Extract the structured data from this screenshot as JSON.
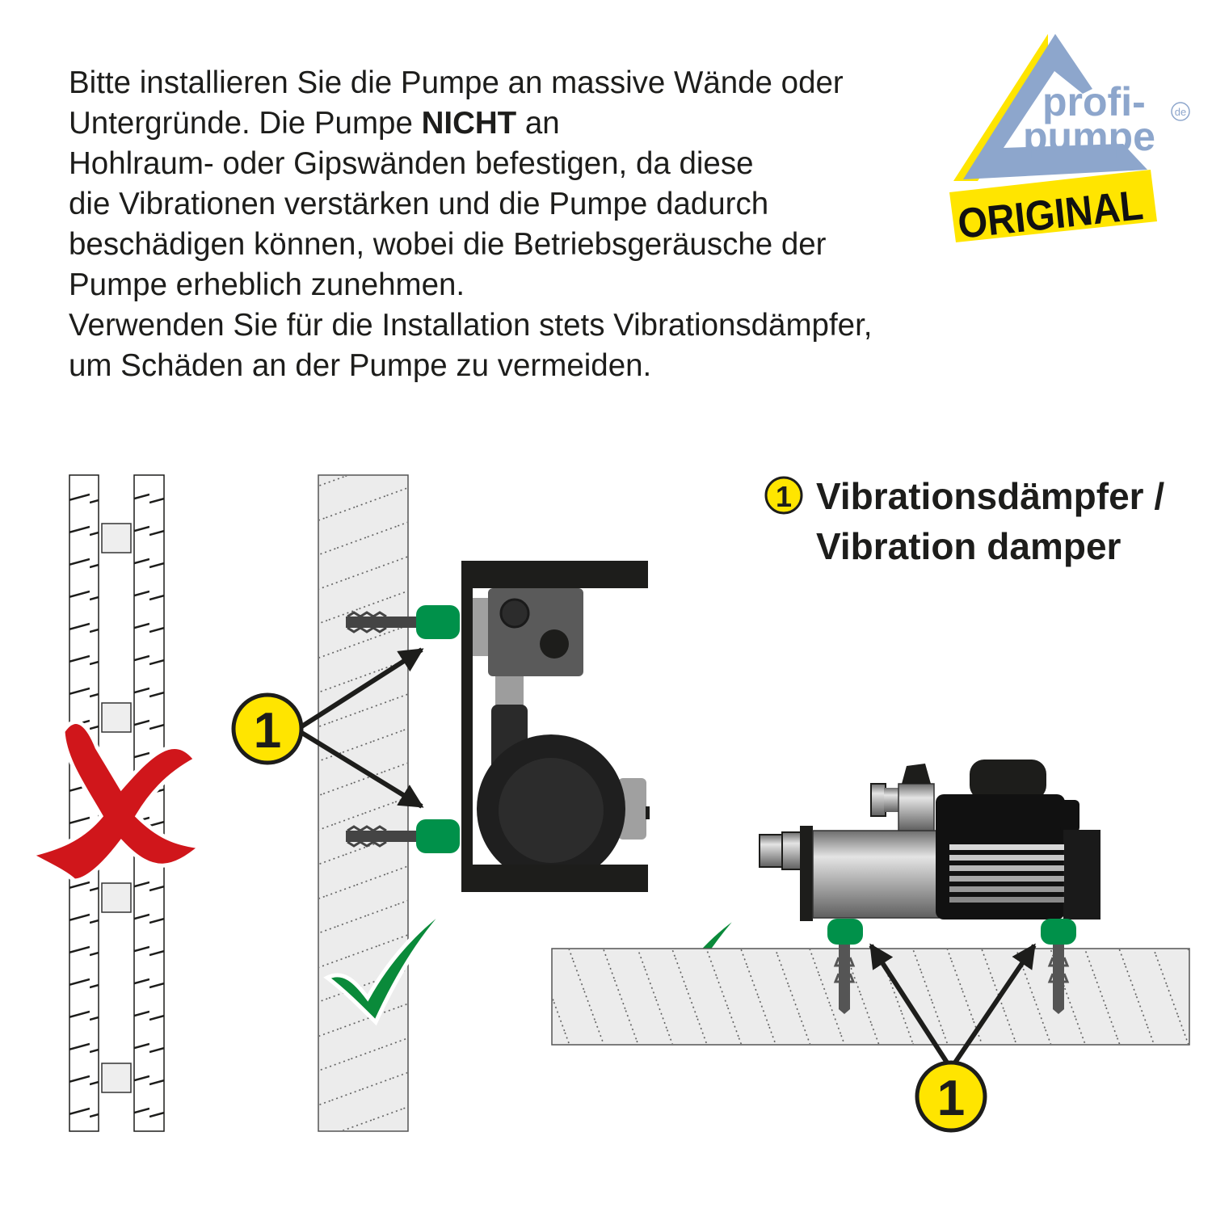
{
  "instructions": {
    "line1": "Bitte installieren Sie die Pumpe an massive Wände oder",
    "line2_pre": "Untergründe. Die Pumpe ",
    "line2_bold": "NICHT",
    "line2_post": " an",
    "line3": "Hohlraum- oder Gipswänden befestigen, da diese",
    "line4": "die Vibrationen verstärken und die Pumpe dadurch",
    "line5": "beschädigen können, wobei die Betriebsgeräusche der",
    "line6": "Pumpe erheblich zunehmen.",
    "line7": "Verwenden Sie für die Installation stets Vibrationsdämpfer,",
    "line8": "um Schäden an der Pumpe zu vermeiden."
  },
  "logo": {
    "brand_line1": "profi-",
    "brand_line2": "pumpe",
    "tld": "de",
    "badge": "ORIGINAL"
  },
  "legend": {
    "number": "1",
    "label_de": "Vibrationsdämpfer /",
    "label_en": "Vibration damper"
  },
  "callouts": {
    "wall_number": "1",
    "floor_number": "1"
  },
  "colors": {
    "yellow": "#ffe500",
    "logo_blue": "#8da6cc",
    "damper_green": "#00914a",
    "check_green": "#0a8a3a",
    "cross_red": "#d0161b"
  }
}
